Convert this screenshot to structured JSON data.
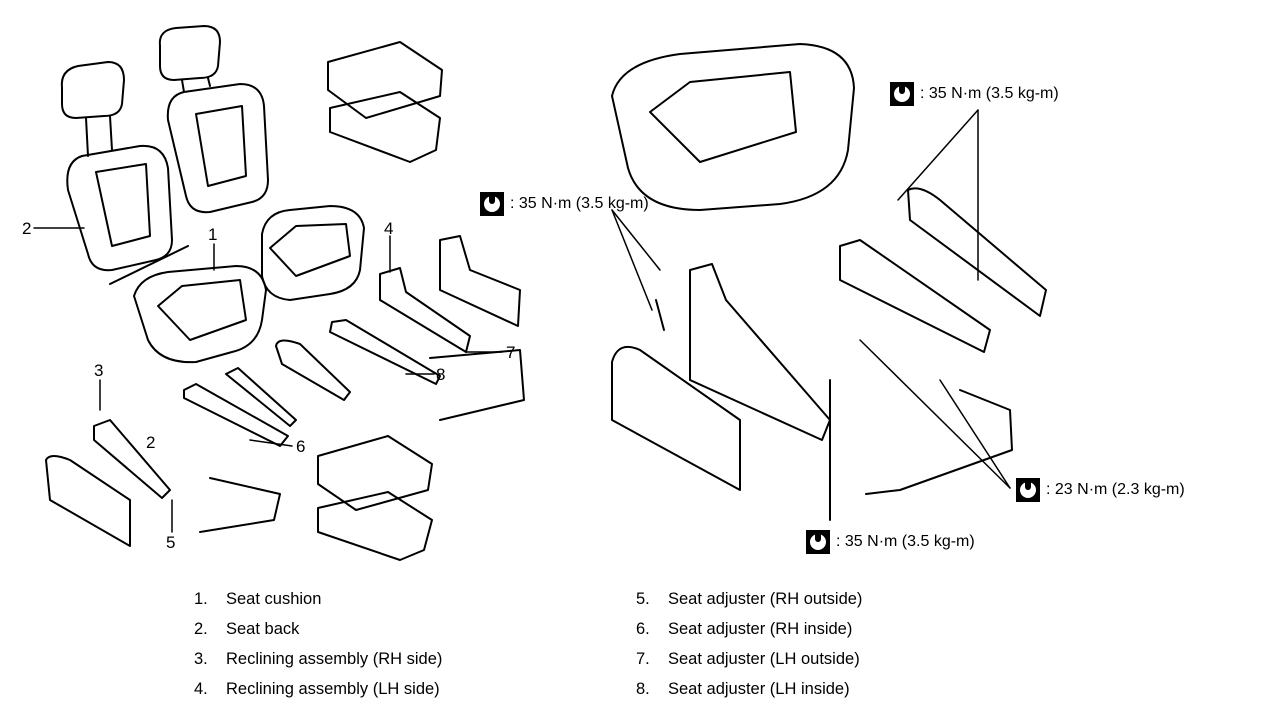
{
  "callouts": [
    "1",
    "2",
    "3",
    "4",
    "5",
    "6",
    "7",
    "8",
    "2"
  ],
  "torque_specs": [
    {
      "value": "35 N·m (3.5 kg-m)",
      "icon": "torque-wrench-icon"
    },
    {
      "value": "35 N·m (3.5 kg-m)",
      "icon": "torque-wrench-icon"
    },
    {
      "value": "23 N·m (2.3 kg-m)",
      "icon": "torque-wrench-icon"
    },
    {
      "value": "35 N·m (3.5 kg-m)",
      "icon": "torque-wrench-icon"
    }
  ],
  "torque_prefix": ":",
  "legend": [
    {
      "num": "1.",
      "label": "Seat cushion"
    },
    {
      "num": "2.",
      "label": "Seat back"
    },
    {
      "num": "3.",
      "label": "Reclining assembly (RH side)"
    },
    {
      "num": "4.",
      "label": "Reclining assembly (LH side)"
    },
    {
      "num": "5.",
      "label": "Seat adjuster (RH outside)"
    },
    {
      "num": "6.",
      "label": "Seat adjuster (RH inside)"
    },
    {
      "num": "7.",
      "label": "Seat adjuster (LH outside)"
    },
    {
      "num": "8.",
      "label": "Seat adjuster (LH inside)"
    }
  ]
}
